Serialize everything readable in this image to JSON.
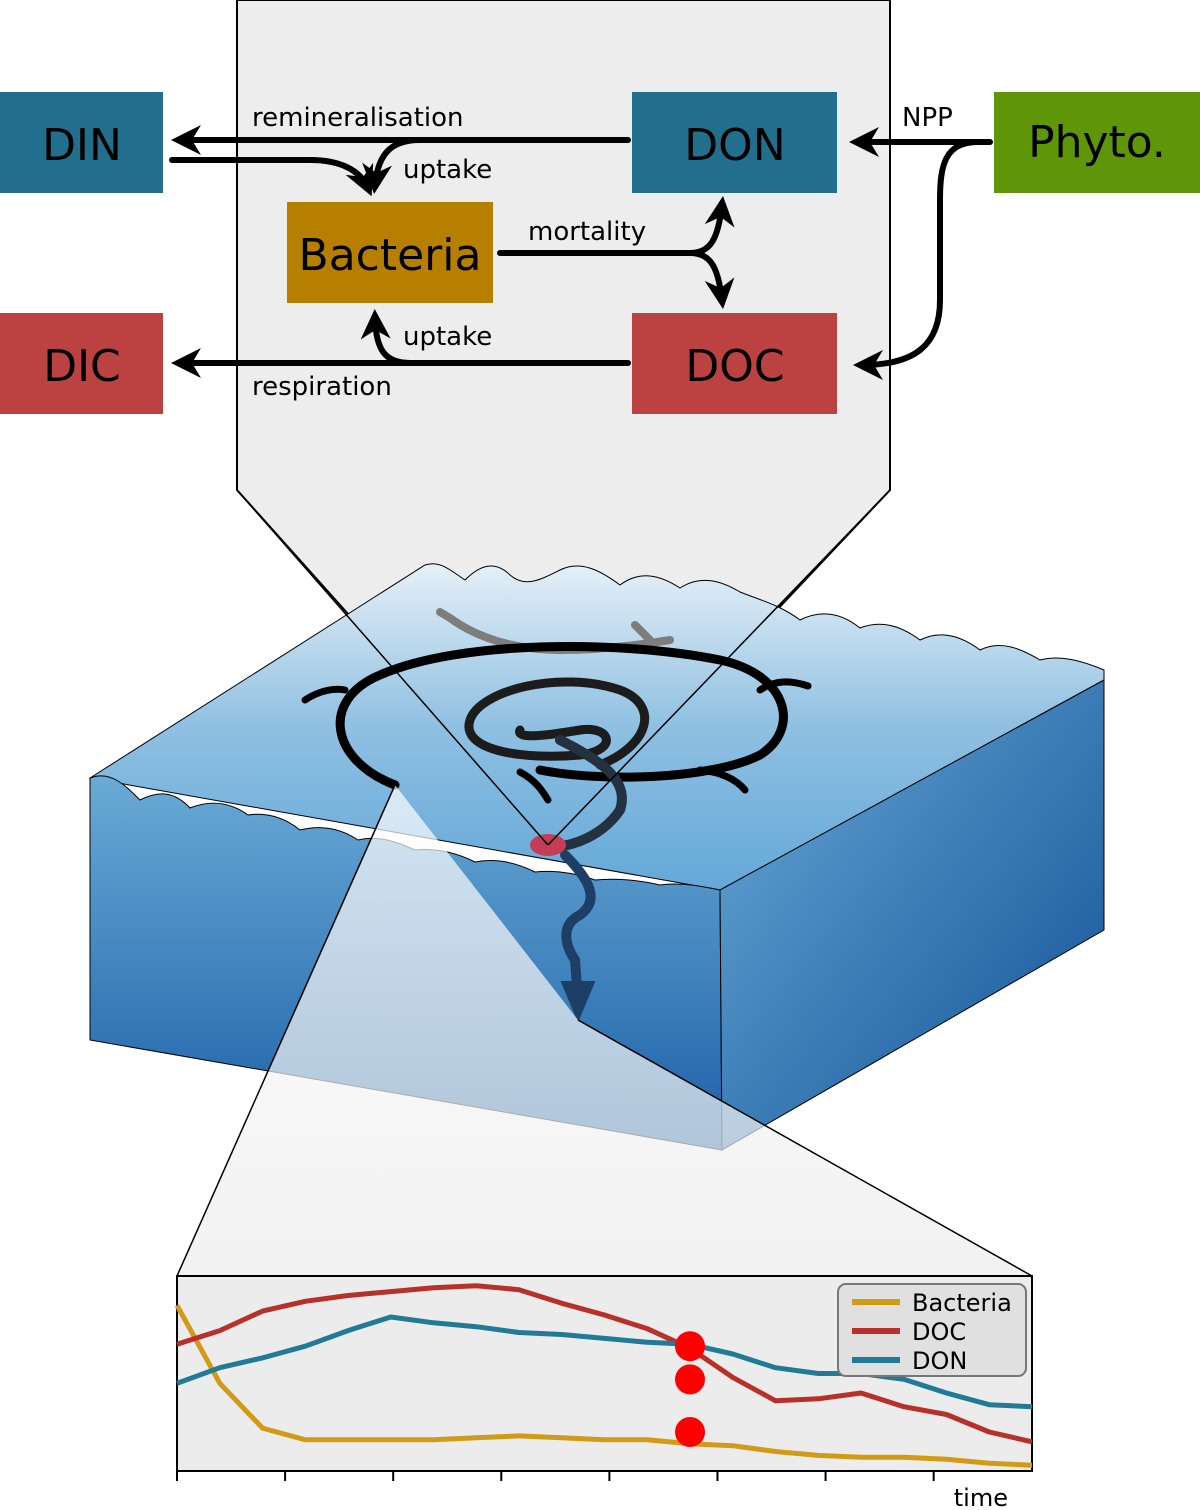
{
  "diagram": {
    "boxes": {
      "din": {
        "label": "DIN",
        "color": "#216f8c"
      },
      "don": {
        "label": "DON",
        "color": "#216f8c"
      },
      "phyto": {
        "label": "Phyto.",
        "color": "#5f9608"
      },
      "bacteria": {
        "label": "Bacteria",
        "color": "#b77f00"
      },
      "dic": {
        "label": "DIC",
        "color": "#bc4242"
      },
      "doc": {
        "label": "DOC",
        "color": "#bc4242"
      }
    },
    "flows": {
      "remineralisation": "remineralisation",
      "uptake_din": "uptake",
      "npp": "NPP",
      "mortality": "mortality",
      "uptake_doc": "uptake",
      "respiration": "respiration"
    }
  },
  "colors": {
    "ocean_top": "#6aaad6",
    "ocean_deep": "#0f4f96",
    "particle": "#c63b55",
    "panel_bg": "#ececec",
    "marker": "#ff0000"
  },
  "chart_data": {
    "type": "line",
    "xlabel": "time",
    "ylabel": "",
    "legend_position": "top-right",
    "x": [
      0,
      0.05,
      0.1,
      0.15,
      0.2,
      0.25,
      0.3,
      0.35,
      0.4,
      0.45,
      0.5,
      0.55,
      0.6,
      0.65,
      0.7,
      0.75,
      0.8,
      0.85,
      0.9,
      0.95,
      1.0
    ],
    "series": [
      {
        "name": "Bacteria",
        "color": "#d19a17",
        "values": [
          0.85,
          0.45,
          0.22,
          0.16,
          0.16,
          0.16,
          0.16,
          0.17,
          0.18,
          0.17,
          0.16,
          0.16,
          0.14,
          0.13,
          0.1,
          0.08,
          0.07,
          0.07,
          0.06,
          0.04,
          0.03
        ]
      },
      {
        "name": "DOC",
        "color": "#b7302a",
        "values": [
          0.65,
          0.72,
          0.82,
          0.87,
          0.9,
          0.92,
          0.94,
          0.95,
          0.93,
          0.86,
          0.8,
          0.73,
          0.63,
          0.48,
          0.36,
          0.37,
          0.4,
          0.33,
          0.29,
          0.2,
          0.15
        ]
      },
      {
        "name": "DON",
        "color": "#217a96",
        "values": [
          0.45,
          0.53,
          0.58,
          0.64,
          0.72,
          0.79,
          0.76,
          0.74,
          0.71,
          0.7,
          0.68,
          0.66,
          0.65,
          0.6,
          0.53,
          0.5,
          0.5,
          0.47,
          0.4,
          0.34,
          0.33
        ]
      }
    ],
    "markers": [
      {
        "x": 0.6,
        "y": 0.64
      },
      {
        "x": 0.6,
        "y": 0.47
      },
      {
        "x": 0.6,
        "y": 0.2
      }
    ],
    "x_ticks": 8
  }
}
